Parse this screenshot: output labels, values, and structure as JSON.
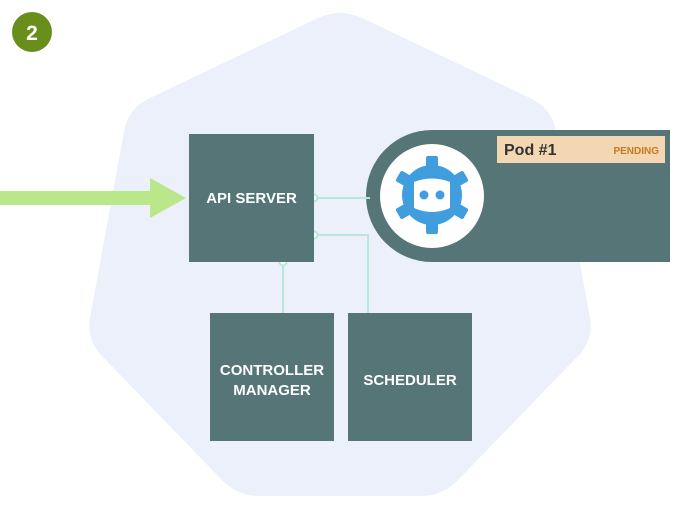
{
  "step_badge": {
    "number": "2",
    "color": "#6a8e1c"
  },
  "components": {
    "api_server": "API SERVER",
    "controller_manager_line1": "CONTROLLER",
    "controller_manager_line2": "MANAGER",
    "scheduler": "SCHEDULER"
  },
  "pod": {
    "name": "Pod #1",
    "status": "PENDING"
  },
  "colors": {
    "box": "#557576",
    "cluster_bg": "#ebf0fb",
    "connector": "#b8e6d8",
    "arrow": "#b9e78a",
    "pod_label_bg": "#f3d7b3",
    "pod_status": "#c87820",
    "etcd_blue": "#419ede"
  },
  "icons": {
    "etcd": "etcd-icon",
    "arrow": "incoming-request-arrow-icon"
  }
}
